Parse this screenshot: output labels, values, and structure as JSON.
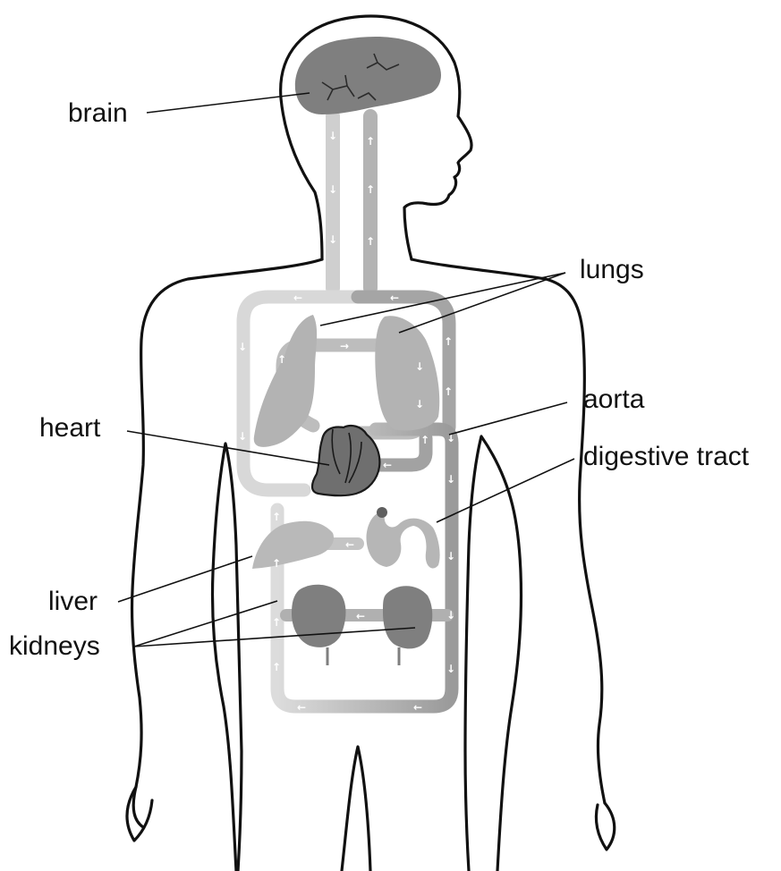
{
  "labels": {
    "brain": "brain",
    "lungs": "lungs",
    "aorta": "aorta",
    "heart": "heart",
    "digestive_tract": "digestive tract",
    "liver": "liver",
    "kidneys": "kidneys"
  },
  "colors": {
    "outline": "#111111",
    "organ_dark": "#7f7f7f",
    "organ_light": "#b5b5b5",
    "vessel_light": "#d4d4d4",
    "vessel_dark": "#999999",
    "arrow": "#ffffff"
  },
  "icons": {
    "arrow_up": "↑",
    "arrow_down": "↓",
    "arrow_left": "←",
    "arrow_right": "→"
  }
}
